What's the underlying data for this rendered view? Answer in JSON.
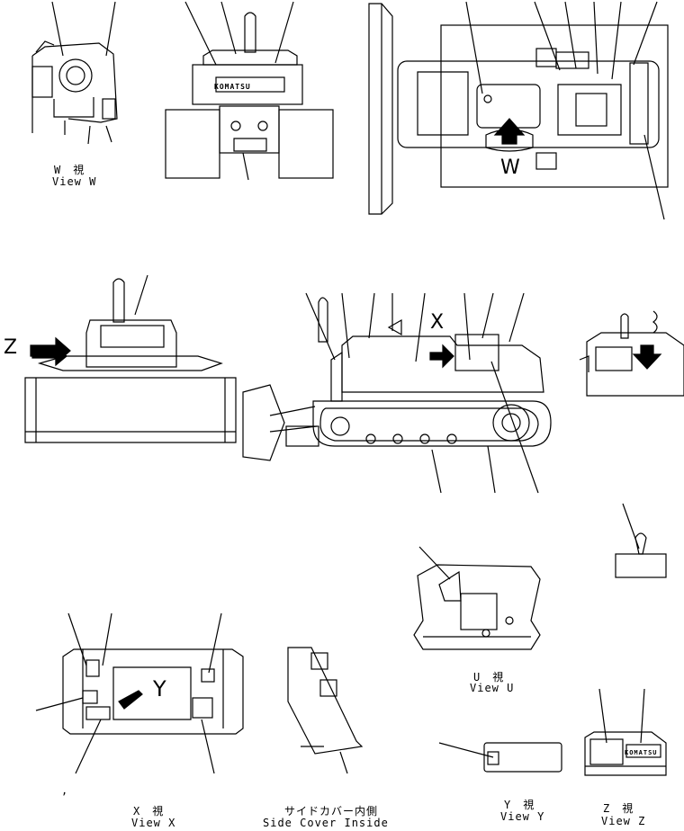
{
  "views": {
    "w": {
      "jp": "W　視",
      "en": "View W"
    },
    "u": {
      "jp": "U　視",
      "en": "View U"
    },
    "x": {
      "jp": "X　視",
      "en": "View X"
    },
    "side": {
      "jp": "サイドカバー内側",
      "en": "Side Cover Inside"
    },
    "y": {
      "jp": "Y　視",
      "en": "View Y"
    },
    "z": {
      "jp": "Z　視",
      "en": "View Z"
    }
  },
  "markers": {
    "w": "W",
    "z": "Z",
    "x": "X",
    "y": "Y"
  },
  "brand": {
    "rear": "KOMATSU",
    "cab": "KOMATSU"
  },
  "small_mark": ","
}
